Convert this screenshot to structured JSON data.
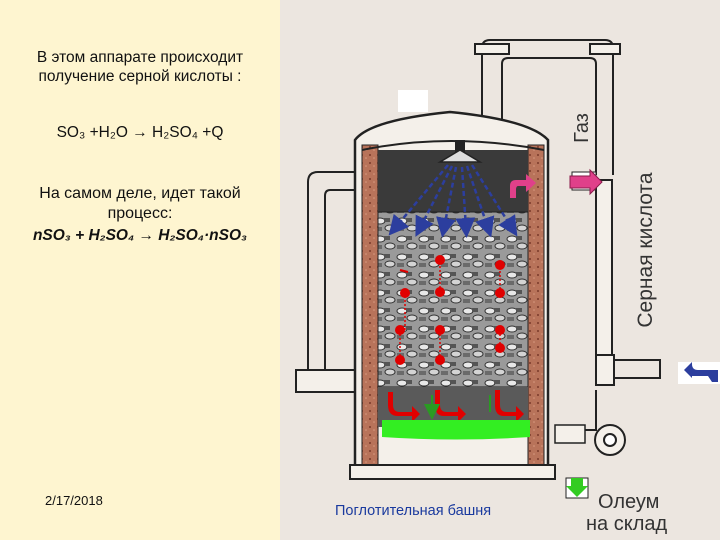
{
  "panel": {
    "intro": "В этом аппарате происходит получение серной кислоты :",
    "reaction1": "SO₃ +H₂O → H₂SO₄ +Q",
    "actual_process": "На самом деле, идет такой процесс:",
    "reaction2": "nSO₃ + H₂SO₄ → H₂SO₄·nSO₃"
  },
  "footer": {
    "date": "2/17/2018",
    "caption": "Поглотительная башня"
  },
  "figure_labels": {
    "gas": "Газ",
    "acid": "Серная кислота",
    "oleum_line1": "Олеум",
    "oleum_line2": "на склад"
  },
  "colors": {
    "left_bg": "#fef5d0",
    "right_bg": "#ece6e0",
    "arrow_pink": "#e0408a",
    "arrow_blue": "#2c3e9e",
    "dot_red": "#e00000",
    "liquid_green": "#33ee22",
    "caption_blue": "#1a3a9e"
  }
}
